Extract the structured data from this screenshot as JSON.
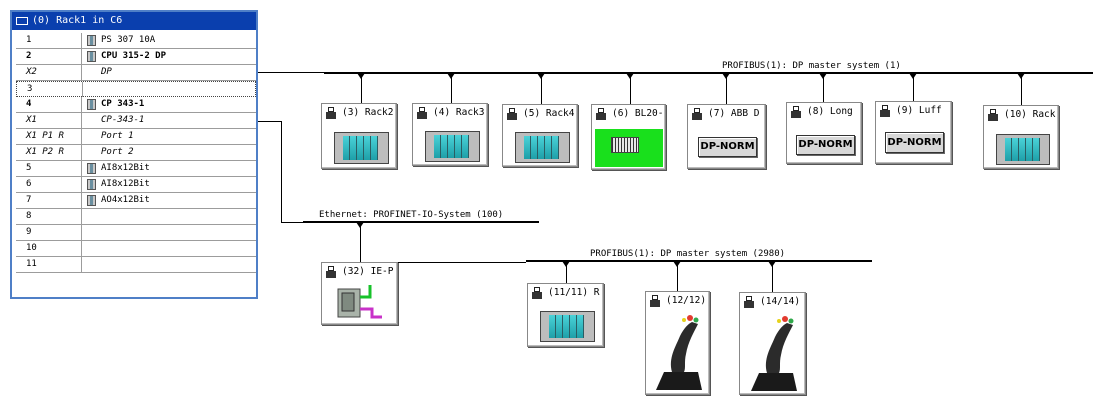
{
  "rack": {
    "title": "(0) Rack1 in C6",
    "rows": [
      {
        "slot": "1",
        "module": "PS 307 10A",
        "bold": false,
        "italic": false,
        "icon": true
      },
      {
        "slot": "2",
        "module": "CPU 315-2 DP",
        "bold": true,
        "italic": false,
        "icon": true
      },
      {
        "slot": "X2",
        "module": "DP",
        "bold": false,
        "italic": true,
        "icon": false
      },
      {
        "slot": "3",
        "module": "",
        "bold": false,
        "italic": false,
        "icon": false
      },
      {
        "slot": "4",
        "module": "CP 343-1",
        "bold": true,
        "italic": false,
        "icon": true
      },
      {
        "slot": "X1",
        "module": "CP-343-1",
        "bold": false,
        "italic": true,
        "icon": false
      },
      {
        "slot": "X1 P1 R",
        "module": "Port 1",
        "bold": false,
        "italic": true,
        "icon": false
      },
      {
        "slot": "X1 P2 R",
        "module": "Port 2",
        "bold": false,
        "italic": true,
        "icon": false
      },
      {
        "slot": "5",
        "module": "AI8x12Bit",
        "bold": false,
        "italic": false,
        "icon": true
      },
      {
        "slot": "6",
        "module": "AI8x12Bit",
        "bold": false,
        "italic": false,
        "icon": true
      },
      {
        "slot": "7",
        "module": "AO4x12Bit",
        "bold": false,
        "italic": false,
        "icon": true
      },
      {
        "slot": "8",
        "module": "",
        "bold": false,
        "italic": false,
        "icon": false
      },
      {
        "slot": "9",
        "module": "",
        "bold": false,
        "italic": false,
        "icon": false
      },
      {
        "slot": "10",
        "module": "",
        "bold": false,
        "italic": false,
        "icon": false
      },
      {
        "slot": "11",
        "module": "",
        "bold": false,
        "italic": false,
        "icon": false
      }
    ]
  },
  "buses": {
    "profibus1": "PROFIBUS(1): DP master system (1)",
    "ethernet": "Ethernet: PROFINET-IO-System (100)",
    "profibus2": "PROFIBUS(1): DP master system (2980)"
  },
  "devices": {
    "rack2": "(3) Rack2",
    "rack3": "(4) Rack3",
    "rack4": "(5) Rack4",
    "bl20": "(6) BL20-",
    "abb": "(7) ABB D",
    "long": "(8) Long",
    "luff": "(9) Luff",
    "rack10": "(10) Rack",
    "iep": "(32) IE-P",
    "r11": "(11/11) R",
    "j12": "(12/12)",
    "j14": "(14/14)",
    "dpnorm_label": "DP-NORM"
  },
  "colors": {
    "title_bar": "#0a3fae",
    "bl20_bg": "#19e01c"
  }
}
